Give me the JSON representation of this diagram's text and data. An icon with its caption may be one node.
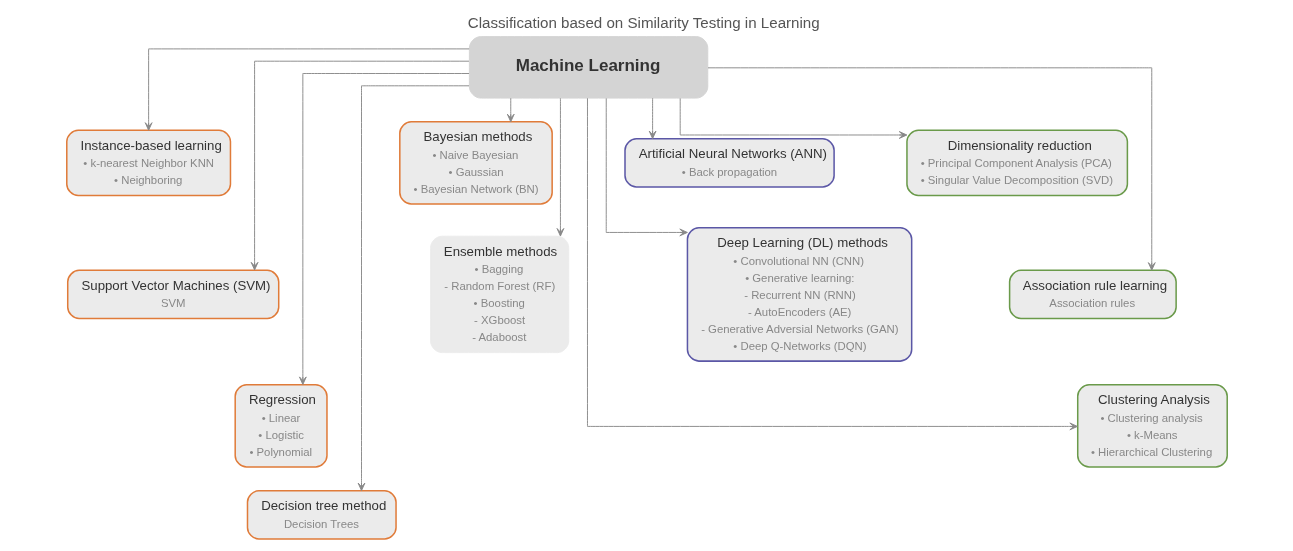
{
  "diagram": {
    "title": "Classification based on Similarity Testing in Learning",
    "nodes": [
      {
        "text": [
          "Machine Learning"
        ]
      },
      {
        "text": [
          "Instance-based learning",
          "• k-nearest Neighbor KNN",
          "• Neighboring"
        ]
      },
      {
        "text": [
          "Support Vector Machines (SVM)",
          "SVM"
        ]
      },
      {
        "text": [
          "Regression",
          "• Linear",
          "• Logistic",
          "• Polynomial"
        ]
      },
      {
        "text": [
          "Decision tree method",
          "Decision Trees"
        ]
      },
      {
        "text": [
          "Bayesian methods",
          "• Naive Bayesian",
          "• Gaussian",
          "• Bayesian Network (BN)"
        ]
      },
      {
        "text": [
          "Artificial Neural Networks (ANN)",
          "• Back propagation"
        ]
      },
      {
        "text": [
          "Ensemble methods",
          "• Bagging",
          "- Random Forest (RF)",
          "• Boosting",
          "- XGboost",
          "- Adaboost"
        ]
      },
      {
        "text": [
          "Deep Learning (DL) methods",
          "• Convolutional NN (CNN)",
          "• Generative learning:",
          "- Recurrent NN (RNN)",
          "- AutoEncoders (AE)",
          "- Generative Adversial Networks (GAN)",
          "• Deep Q-Networks (DQN)"
        ]
      },
      {
        "text": [
          "Dimensionality reduction",
          "• Principal Component Analysis (PCA)",
          "• Singular Value Decomposition (SVD)"
        ]
      },
      {
        "text": [
          "Association rule learning",
          "Association rules"
        ]
      },
      {
        "text": [
          "Clustering Analysis",
          "• Clustering analysis",
          "• k-Means",
          "• Hierarchical Clustering"
        ]
      }
    ],
    "edges": [
      {
        "from": 0,
        "to": 1,
        "arrow": "to"
      },
      {
        "from": 0,
        "to": 2,
        "arrow": "to"
      },
      {
        "from": 0,
        "to": 3,
        "arrow": "to"
      },
      {
        "from": 0,
        "to": 4,
        "arrow": "to"
      },
      {
        "from": 0,
        "to": 5,
        "arrow": "to"
      },
      {
        "from": 0,
        "to": 6,
        "arrow": "to"
      },
      {
        "from": 0,
        "to": 7,
        "arrow": "to"
      },
      {
        "from": 0,
        "to": 8,
        "arrow": "to"
      },
      {
        "from": 0,
        "to": 9,
        "arrow": "to"
      },
      {
        "from": 0,
        "to": 10,
        "arrow": "to"
      },
      {
        "from": 0,
        "to": 11,
        "arrow": "to"
      }
    ]
  }
}
